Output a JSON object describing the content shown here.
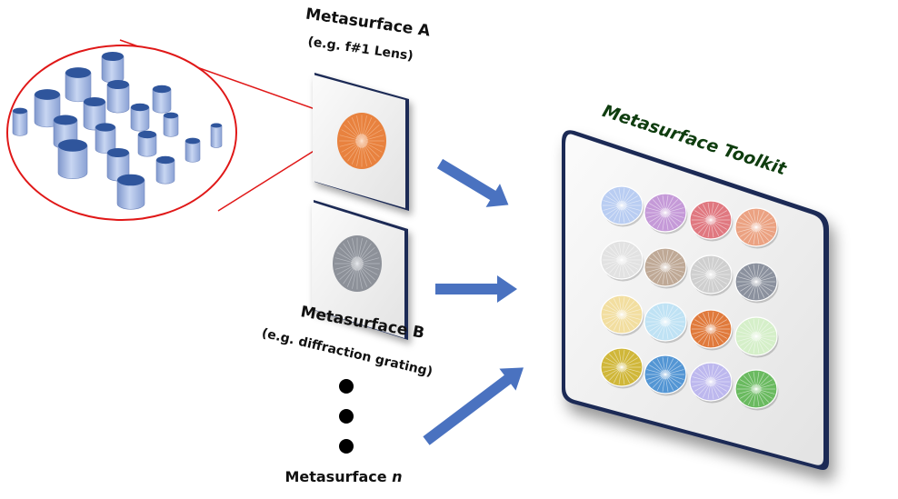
{
  "labels": {
    "metasurface_a_title": "Metasurface A",
    "metasurface_a_example": "(e.g. f#1 Lens)",
    "metasurface_b_title": "Metasurface B",
    "metasurface_b_example": "(e.g. diffraction grating)",
    "metasurface_n_prefix": "Metasurface ",
    "metasurface_n_var": "n",
    "toolkit_title": "Metasurface Toolkit"
  },
  "colors": {
    "pillar_top": "#2f559c",
    "pillar_side": "#9fb3dd",
    "zoom_ellipse": "#e01818",
    "arrow": "#4a72c0",
    "panel_border": "#1b2a55",
    "lens_a": "#e8823f",
    "lens_b": "#8d9199",
    "toolkit_lenses": [
      "#b9cdf2",
      "#c59ad8",
      "#e07880",
      "#eba282",
      "#e2e2e2",
      "#bfa996",
      "#cfcfcf",
      "#8b919e",
      "#f2dea0",
      "#bfe2f4",
      "#e07a3c",
      "#d5efc9",
      "#d0b73a",
      "#5496d4",
      "#bdb8ee",
      "#6aba60"
    ]
  }
}
